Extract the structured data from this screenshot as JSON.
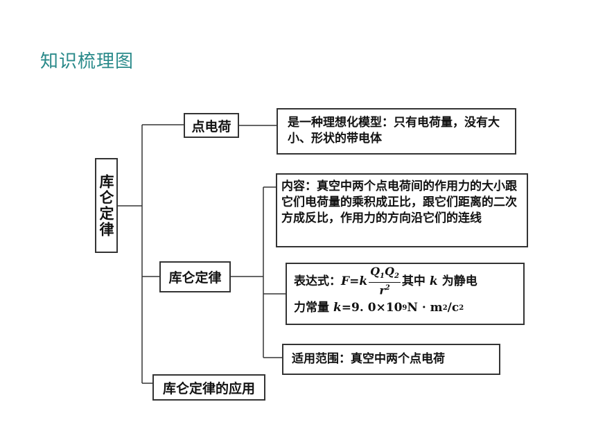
{
  "title": "知识梳理图",
  "root": "库仑定律",
  "nodes": {
    "point_charge": "点电荷",
    "coulomb_law": "库仑定律",
    "application": "库仑定律的应用"
  },
  "details": {
    "point_charge_def": "是一种理想化模型：只有电荷量，没有大小、形状的带电体",
    "content": "内容：真空中两个点电荷间的作用力的大小跟它们电荷量的乘积成正比，跟它们距离的二次方成反比，作用力的方向沿它们的连线",
    "formula": {
      "prefix": "表达式：",
      "lhs": "F",
      "eq": "=",
      "k": "k",
      "numerator_q1": "Q",
      "sub1": "1",
      "numerator_q2": "Q",
      "sub2": "2",
      "denominator": "r",
      "den_exp": "2",
      "middle": "其中",
      "k2": "k",
      "suffix": "为静电",
      "line2_prefix": "力常量",
      "k3": "k",
      "value": "=9. 0×10",
      "exp": "9",
      "unit": "N · m",
      "unit_exp1": "2",
      "unit_tail": "/c",
      "unit_exp2": "2"
    },
    "scope": "适用范围：真空中两个点电荷"
  }
}
